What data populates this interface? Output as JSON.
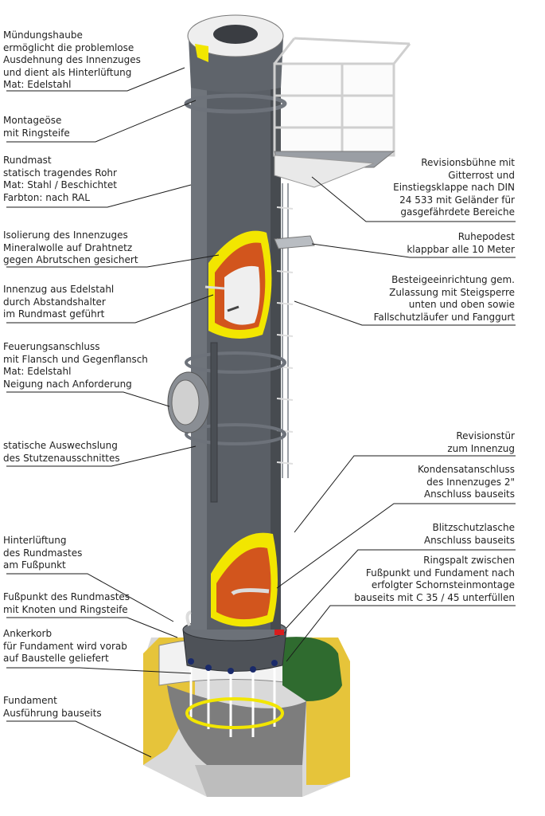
{
  "colors": {
    "mast": "#5a5f66",
    "mast_light": "#6f747b",
    "insulation": "#f2e600",
    "inner_warm": "#d2551d",
    "foundation": "#e6c43a",
    "foundation_top": "#2f6b2f",
    "concrete": "#8c8c8c",
    "steel": "#e9e9e9"
  },
  "labels_left": [
    {
      "id": "muendungshaube",
      "lines": [
        "Mündungshaube",
        "ermöglicht die problemlose",
        "Ausdehnung des Innenzuges",
        "und dient als Hinterlüftung",
        "Mat: Edelstahl"
      ]
    },
    {
      "id": "montageoese",
      "lines": [
        "Montageöse",
        "mit Ringsteife"
      ]
    },
    {
      "id": "rundmast",
      "lines": [
        "Rundmast",
        "statisch tragendes Rohr",
        "Mat: Stahl / Beschichtet",
        "Farbton: nach RAL"
      ]
    },
    {
      "id": "isolierung",
      "lines": [
        "Isolierung des Innenzuges",
        "Mineralwolle auf Drahtnetz",
        "gegen Abrutschen gesichert"
      ]
    },
    {
      "id": "innenzug",
      "lines": [
        "Innenzug aus Edelstahl",
        "durch Abstandshalter",
        "im Rundmast geführt"
      ]
    },
    {
      "id": "feuerungsanschluss",
      "lines": [
        "Feuerungsanschluss",
        "mit Flansch und Gegenflansch",
        "Mat: Edelstahl",
        "Neigung nach Anforderung"
      ]
    },
    {
      "id": "auswechslung",
      "lines": [
        "statische Auswechslung",
        "des Stutzenausschnittes"
      ]
    },
    {
      "id": "hinterlueftung",
      "lines": [
        "Hinterlüftung",
        "des Rundmastes",
        "am Fußpunkt"
      ]
    },
    {
      "id": "fusspunkt",
      "lines": [
        "Fußpunkt des Rundmastes",
        "mit Knoten und Ringsteife"
      ]
    },
    {
      "id": "ankerkorb",
      "lines": [
        "Ankerkorb",
        "für Fundament wird vorab",
        "auf Baustelle geliefert"
      ]
    },
    {
      "id": "fundament",
      "lines": [
        "Fundament",
        "Ausführung bauseits"
      ]
    }
  ],
  "labels_right": [
    {
      "id": "revisionsbuehne",
      "lines": [
        "Revisionsbühne mit",
        "Gitterrost und",
        "Einstiegsklappe nach DIN",
        "24 533 mit Geländer für",
        "gasgefährdete Bereiche"
      ]
    },
    {
      "id": "ruhepodest",
      "lines": [
        "Ruhepodest",
        "klappbar alle 10 Meter"
      ]
    },
    {
      "id": "besteigeeinrichtung",
      "lines": [
        "Besteigeeinrichtung gem.",
        "Zulassung mit Steigsperre",
        "unten und oben sowie",
        "Fallschutzläufer und Fanggurt"
      ]
    },
    {
      "id": "revisionstuer",
      "lines": [
        "Revisionstür",
        "zum Innenzug"
      ]
    },
    {
      "id": "kondensat",
      "lines": [
        "Kondensatanschluss",
        "des Innenzuges 2\"",
        "Anschluss bauseits"
      ]
    },
    {
      "id": "blitzschutz",
      "lines": [
        "Blitzschutzlasche",
        "Anschluss bauseits"
      ]
    },
    {
      "id": "ringspalt",
      "lines": [
        "Ringspalt zwischen",
        "Fußpunkt und Fundament nach",
        "erfolgter Schornsteinmontage",
        "bauseits mit C 35 / 45 unterfüllen"
      ]
    }
  ]
}
